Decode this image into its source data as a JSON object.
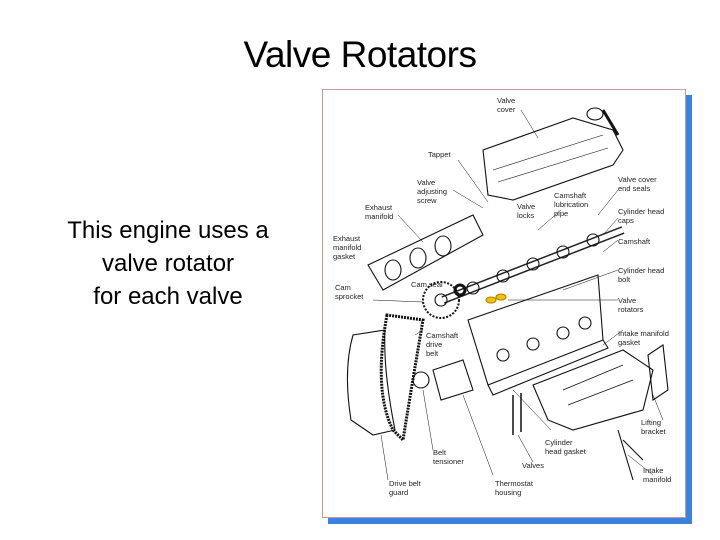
{
  "slide": {
    "title": "Valve Rotators",
    "body_lines": [
      "This engine uses a",
      "valve rotator",
      "for each valve"
    ]
  },
  "figure": {
    "shadow_color": "#3b82e0",
    "highlight_color": "#f2c400",
    "labels": {
      "valve_cover": "Valve\ncover",
      "tappet": "Tappet",
      "valve_adjusting_screw": "Valve\nadjusting\nscrew",
      "exhaust_manifold": "Exhaust\nmanifold",
      "camshaft_lubrication_pipe": "Camshaft\nlubrication\npipe",
      "valve_locks": "Valve\nlocks",
      "valve_cover_end_seals": "Valve cover\nend seals",
      "cylinder_head_caps": "Cylinder head\ncaps",
      "camshaft": "Camshaft",
      "exhaust_manifold_gasket": "Exhaust\nmanifold\ngasket",
      "cam_seal": "Cam seal",
      "cylinder_head_bolt": "Cylinder head\nbolt",
      "cam_sprocket": "Cam\nsprocket",
      "valve_rotators": "Valve\nrotators",
      "camshaft_drive_belt": "Camshaft\ndrive\nbelt",
      "intake_manifold_gasket": "Intake manifold\ngasket",
      "lifting_bracket": "Lifting\nbracket",
      "belt_tensioner": "Belt\ntensioner",
      "cylinder_head_gasket": "Cylinder\nhead gasket",
      "valves": "Valves",
      "intake_manifold": "Intake\nmanifold",
      "drive_belt_guard": "Drive belt\nguard",
      "thermostat_housing": "Thermostat\nhousing"
    }
  }
}
